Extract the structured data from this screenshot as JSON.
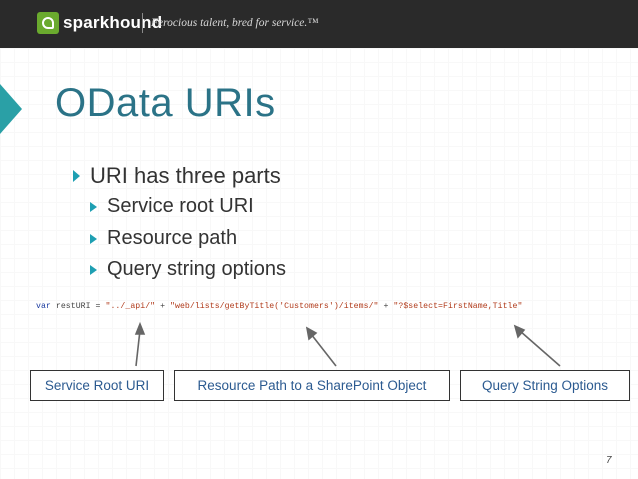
{
  "header": {
    "brand": "sparkhound",
    "tagline": "Ferocious talent, bred for service.™"
  },
  "slide": {
    "title": "OData URIs",
    "bullets": [
      "URI has three parts",
      "Service root URI",
      "Resource path",
      "Query string options"
    ],
    "code": {
      "keyword": "var",
      "variable": " restURI = ",
      "part1": "\"../_api/\"",
      "plus1": " + ",
      "part2": "\"web/lists/getByTitle('Customers')/items/\"",
      "plus2": " + ",
      "part3": "\"?$select=FirstName,Title\""
    },
    "callouts": [
      "Service Root URI",
      "Resource Path to a SharePoint Object",
      "Query String Options"
    ],
    "page_number": "7"
  },
  "colors": {
    "header_bg": "#2a2a2a",
    "brand_green": "#6aaa2e",
    "title_color": "#2b7387",
    "accent_teal": "#2aa0a6",
    "callout_text": "#2b5a90"
  }
}
